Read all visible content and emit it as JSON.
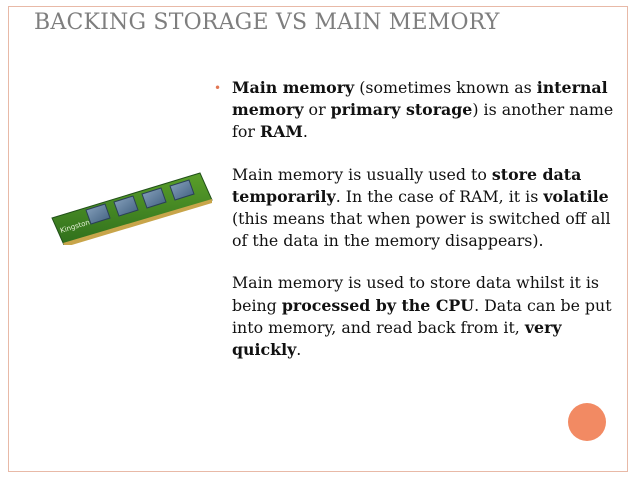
{
  "slide": {
    "title": "BACKING STORAGE VS MAIN MEMORY",
    "image": {
      "logo_text": "Kingston"
    },
    "paragraphs": [
      [
        {
          "text": "Main memory",
          "bold": true
        },
        {
          "text": " (sometimes known as ",
          "bold": false
        },
        {
          "text": "internal memory",
          "bold": true
        },
        {
          "text": " or ",
          "bold": false
        },
        {
          "text": "primary storage",
          "bold": true
        },
        {
          "text": ") is another name for ",
          "bold": false
        },
        {
          "text": "RAM",
          "bold": true
        },
        {
          "text": ".",
          "bold": false
        }
      ],
      [
        {
          "text": "Main memory is usually used to ",
          "bold": false
        },
        {
          "text": "store data temporarily",
          "bold": true
        },
        {
          "text": ". In the case of RAM, it is ",
          "bold": false
        },
        {
          "text": "volatile",
          "bold": true
        },
        {
          "text": " (this means that when power is switched off all of the data in the memory disappears).",
          "bold": false
        }
      ],
      [
        {
          "text": "Main memory is used to store data whilst it is being ",
          "bold": false
        },
        {
          "text": "processed by the CPU",
          "bold": true
        },
        {
          "text": ". Data can be put into memory, and read back from it, ",
          "bold": false
        },
        {
          "text": "very quickly",
          "bold": true
        },
        {
          "text": ".",
          "bold": false
        }
      ]
    ]
  }
}
